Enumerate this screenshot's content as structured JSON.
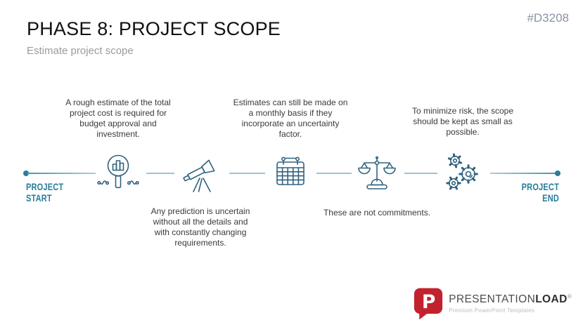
{
  "slide": {
    "title": "PHASE 8: PROJECT SCOPE",
    "subtitle": "Estimate project scope",
    "code": "#D3208"
  },
  "timeline": {
    "start_label": "PROJECT START",
    "end_label": "PROJECT END",
    "steps": [
      {
        "icon": "chart-magnifier",
        "caption": "A rough estimate of the total project cost is required for budget approval and investment."
      },
      {
        "icon": "telescope",
        "caption": "Any prediction is uncertain without all the details and with constantly changing requirements."
      },
      {
        "icon": "calendar",
        "caption": "Estimates can still be made on a monthly basis if they incorporate an uncertainty factor."
      },
      {
        "icon": "scales",
        "caption": "These are not commitments."
      },
      {
        "icon": "gears",
        "caption": "To minimize risk, the scope should be kept as small as possible."
      }
    ]
  },
  "branding": {
    "logo_letter": "P",
    "name_regular": "PRESENTATION",
    "name_bold": "LOAD",
    "registered": "®",
    "tagline": "Premium PowerPoint Templates"
  },
  "colors": {
    "accent_teal": "#267d99",
    "icon_stroke": "#31627f",
    "timeline_line": "#9cc4d3",
    "logo_red": "#c2222d"
  }
}
